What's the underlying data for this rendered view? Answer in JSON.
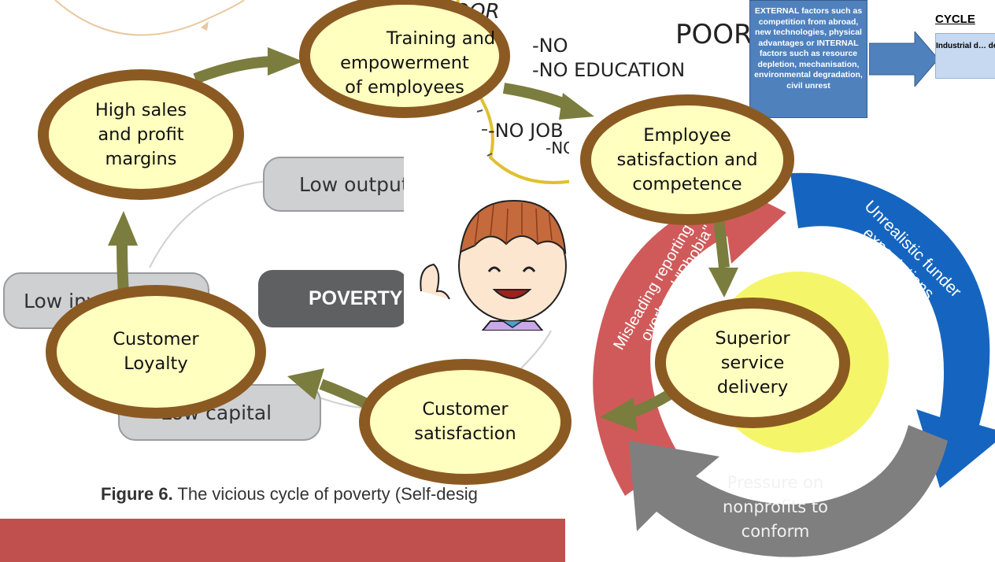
{
  "background_poverty_cycle": {
    "pill_output": "Low output",
    "pill_investment": "Low investment",
    "pill_capital": "Low capital",
    "center": "POVERTY",
    "caption_bold": "Figure 6.",
    "caption_rest": "The vicious cycle of poverty (Self-desig"
  },
  "cartoon": {
    "top_word": "POOR",
    "right_word": "POOR",
    "no_education": "-NO EDUCATION",
    "no_job": "-NO JOB",
    "no_money": "-NO MONEY",
    "no_label": "-NO"
  },
  "external_factors": {
    "text": "EXTERNAL factors such as competition from abroad, new technologies, physical advantages or INTERNAL factors such as resource depletion, mechanisation, environmental degradation, civil unrest",
    "cycle_heading": "CYCLE",
    "industrial_box": "Industrial d… deindustri… happ…"
  },
  "nonprofit_cycle": {
    "red_segment": "Misleading reporting and overhead \"Phobia\"",
    "blue_segment": "Unrealistic funder expectations",
    "gray_segment_line1": "Pressure on",
    "gray_segment_line2": "nonprofits to",
    "gray_segment_line3": "conform"
  },
  "service_profit_chain": {
    "node_training_line1": "Training and",
    "node_training_line2": "empowerment",
    "node_training_line3": "of employees",
    "node_employee_line1": "Employee",
    "node_employee_line2": "satisfaction and",
    "node_employee_line3": "competence",
    "node_service_line1": "Superior",
    "node_service_line2": "service",
    "node_service_line3": "delivery",
    "node_customer_sat_line1": "Customer",
    "node_customer_sat_line2": "satisfaction",
    "node_loyalty_line1": "Customer",
    "node_loyalty_line2": "Loyalty",
    "node_sales_line1": "High sales",
    "node_sales_line2": "and profit",
    "node_sales_line3": "margins"
  },
  "colors": {
    "ellipse_fill": "#ffffc0",
    "ellipse_border": "#8b5a22",
    "arrow": "#7b7d3e",
    "red_band": "#c0504d",
    "cycle_red": "#d05a5a",
    "cycle_blue": "#1565c0",
    "cycle_gray": "#7f7f7f",
    "cycle_yellow": "#f5f56a"
  }
}
